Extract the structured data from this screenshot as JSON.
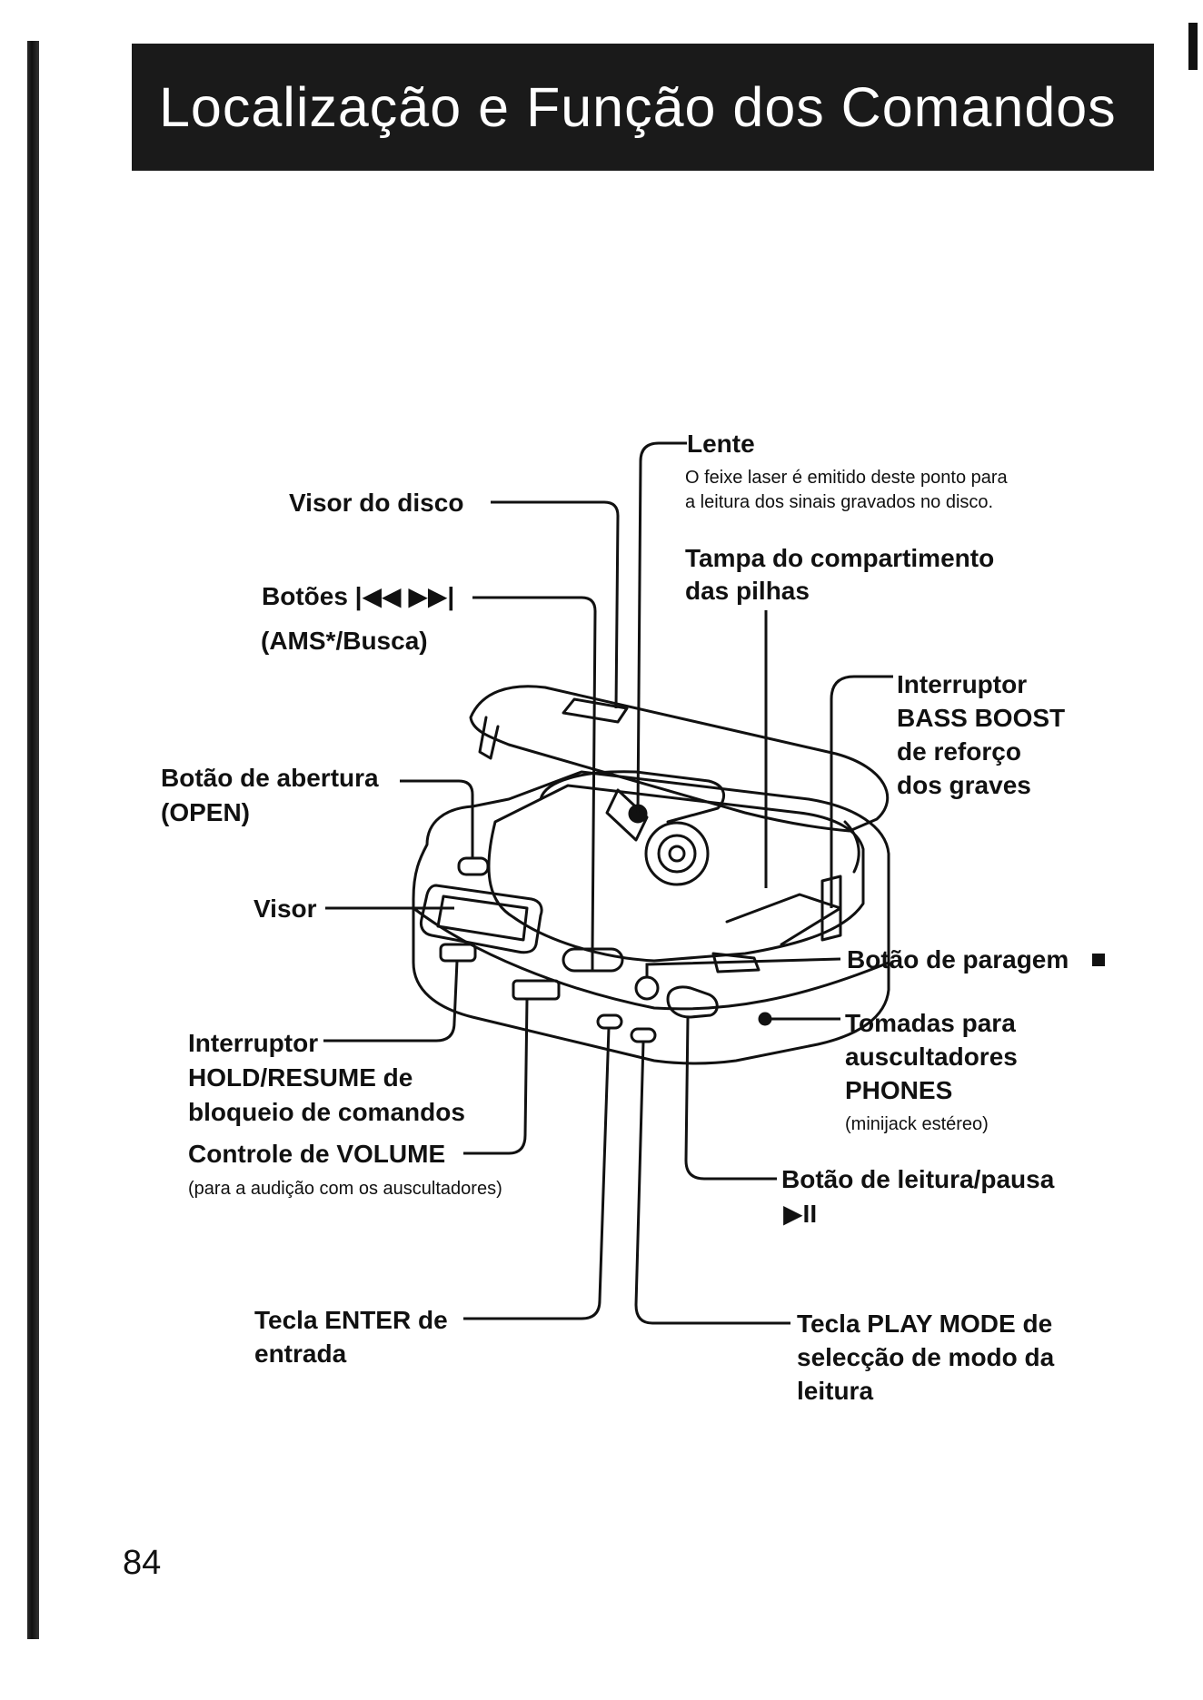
{
  "title": "Localização e Função dos Comandos",
  "page_number": "84",
  "labels": {
    "lente": "Lente",
    "lente_desc_1": "O feixe laser é emitido deste ponto para",
    "lente_desc_2": "a leitura dos sinais gravados no disco.",
    "visor_disco": "Visor do disco",
    "tampa_1": "Tampa do compartimento",
    "tampa_2": "das pilhas",
    "botoes_1": "Botões |◀◀ ▶▶|",
    "botoes_2": "(AMS*/Busca)",
    "bass_1": "Interruptor",
    "bass_2": "BASS BOOST",
    "bass_3": "de reforço",
    "bass_4": "dos graves",
    "abertura_1": "Botão de abertura",
    "abertura_2": "(OPEN)",
    "visor": "Visor",
    "paragem": "Botão de paragem",
    "tomadas_1": "Tomadas para",
    "tomadas_2": "auscultadores",
    "tomadas_3": "PHONES",
    "tomadas_4": "(minijack estéreo)",
    "hold_1": "Interruptor",
    "hold_2": "HOLD/RESUME de",
    "hold_3": "bloqueio de comandos",
    "volume_1": "Controle de VOLUME",
    "volume_2": "(para a audição com os auscultadores)",
    "leitura_1": "Botão de leitura/pausa",
    "leitura_2": "▶II",
    "enter_1": "Tecla ENTER de",
    "enter_2": "entrada",
    "playmode_1": "Tecla PLAY MODE de",
    "playmode_2": "selecção de modo da",
    "playmode_3": "leitura"
  },
  "icons": {
    "stop": "stop-square-icon",
    "device": "cd-player-illustration"
  }
}
